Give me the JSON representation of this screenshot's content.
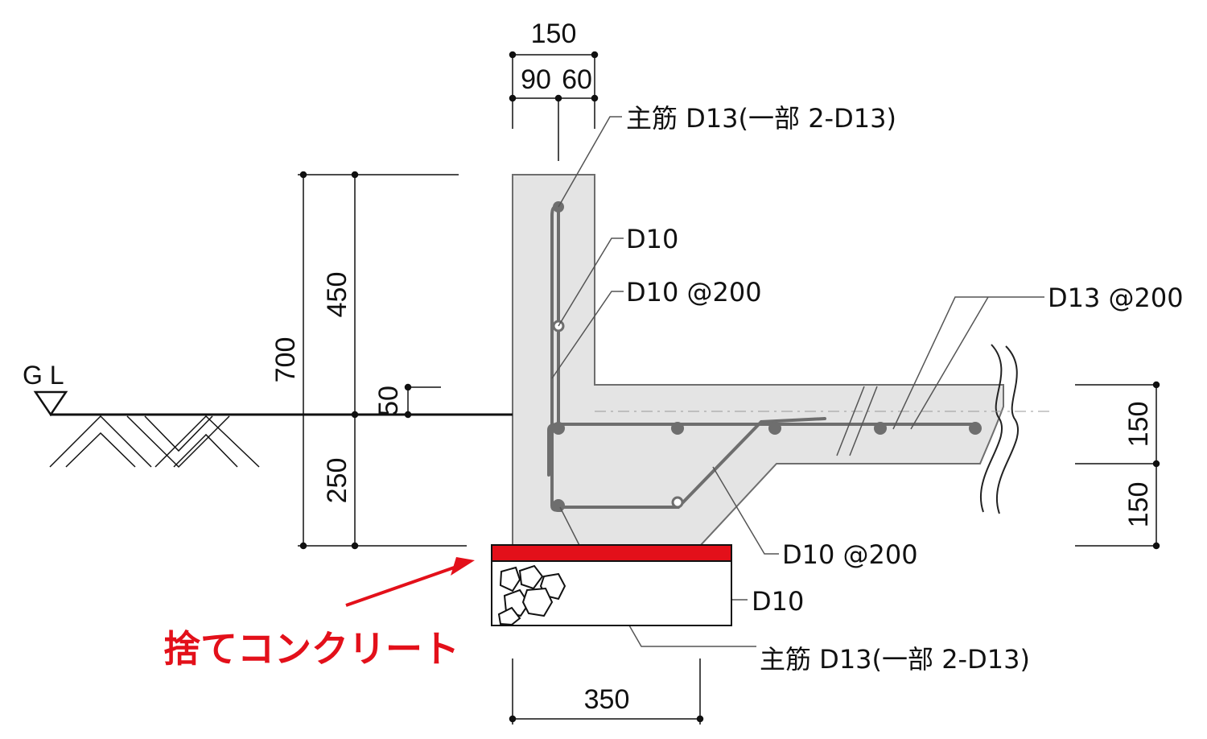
{
  "dimensions": {
    "top_total": "150",
    "top_left": "90",
    "top_right": "60",
    "height_total": "700",
    "height_upper": "450",
    "height_lower": "250",
    "gl_offset": "50",
    "right_upper": "150",
    "right_lower": "150",
    "footing_width": "350"
  },
  "ground_label": "G L",
  "rebar_labels": {
    "main_top": "主筋 D13(一部 2-D13)",
    "d10_a": "D10",
    "d10_at200_a": "D10 @200",
    "d13_at200": "D13 @200",
    "d10_at200_b": "D10 @200",
    "d10_b": "D10",
    "main_bottom": "主筋 D13(一部 2-D13)"
  },
  "callout": {
    "text": "捨てコンクリート",
    "color": "#e3101a"
  },
  "colors": {
    "concrete": "#e4e4e4",
    "rebar": "#6e6e6e",
    "line": "#111111"
  }
}
